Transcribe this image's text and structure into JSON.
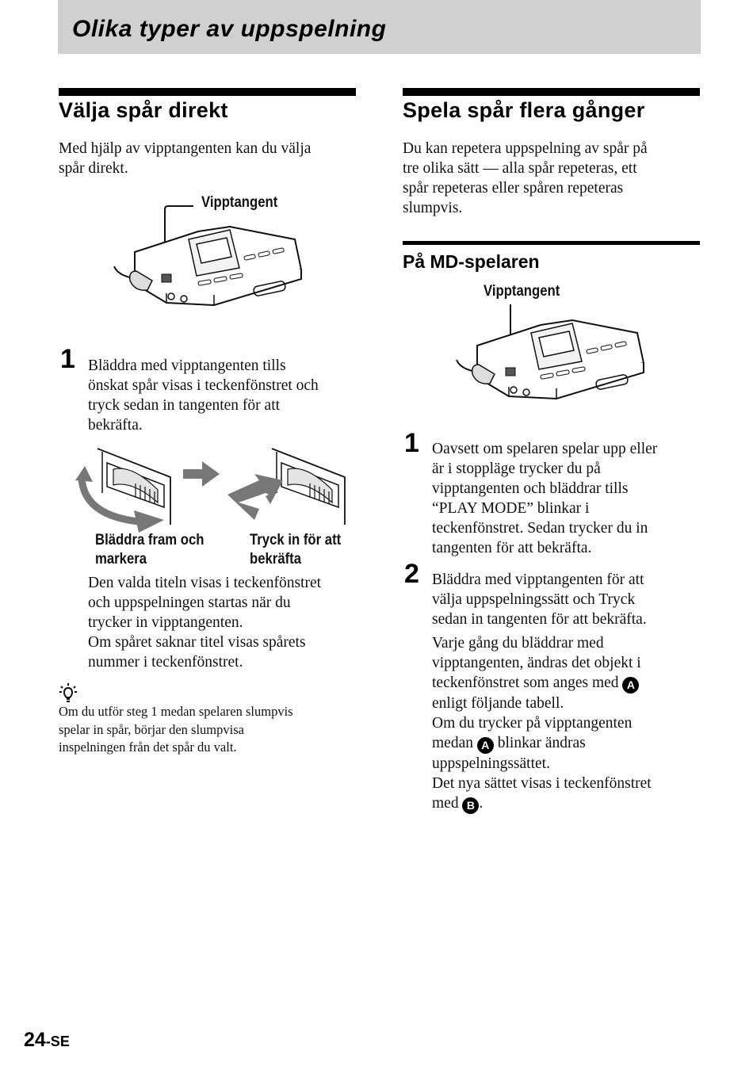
{
  "banner": {
    "title": "Olika typer av uppspelning"
  },
  "left": {
    "heading": "Välja spår direkt",
    "intro": [
      "Med hjälp av vipptangenten kan du välja",
      "spår direkt."
    ],
    "figure_label": "Vipptangent",
    "step1": {
      "number": "1",
      "lines": [
        "Bläddra med vipptangenten tills",
        "önskat spår visas i teckenfönstret och",
        "tryck sedan in tangenten för att",
        "bekräfta."
      ]
    },
    "caption_scroll": [
      "Bläddra fram och",
      "markera"
    ],
    "caption_press": [
      "Tryck in för att",
      "bekräfta"
    ],
    "after": [
      "Den valda titeln visas i teckenfönstret",
      "och uppspelningen startas när du",
      "trycker in vipptangenten.",
      "Om spåret saknar titel visas spårets",
      "nummer i teckenfönstret."
    ],
    "tip": [
      "Om du utför steg 1 medan spelaren slumpvis",
      "spelar in spår, börjar den slumpvisa",
      "inspelningen från det spår du valt."
    ]
  },
  "right": {
    "heading": "Spela spår flera gånger",
    "intro": [
      "Du kan repetera uppspelning av spår på",
      "tre olika sätt — alla spår repeteras, ett",
      "spår repeteras eller spåren repeteras",
      "slumpvis."
    ],
    "subheading": "På MD-spelaren",
    "figure_label": "Vipptangent",
    "step1": {
      "number": "1",
      "lines": [
        "Oavsett om spelaren spelar upp eller",
        "är i stoppläge trycker du på",
        "vipptangenten och bläddrar tills",
        "“PLAY MODE” blinkar i",
        "teckenfönstret. Sedan trycker du in",
        "tangenten för att bekräfta."
      ]
    },
    "step2": {
      "number": "2",
      "lines": [
        "Bläddra med vipptangenten för att",
        "välja uppspelningssätt och Tryck",
        "sedan in tangenten för att bekräfta."
      ]
    },
    "detail": {
      "line1": "Varje gång du bläddrar med",
      "line2": "vipptangenten, ändras det objekt i",
      "line3_pre": "teckenfönstret som anges med",
      "marker_a": "A",
      "line4": "enligt följande tabell.",
      "line5": "Om du trycker på vipptangenten",
      "line6_pre": "medan",
      "line6_post": "blinkar ändras",
      "line7": "uppspelningssättet.",
      "line8": "Det nya sättet visas i teckenfönstret",
      "line9_pre": "med",
      "marker_b": "B",
      "line9_post": "."
    }
  },
  "footer": {
    "page_number": "24",
    "page_suffix": "-SE"
  }
}
